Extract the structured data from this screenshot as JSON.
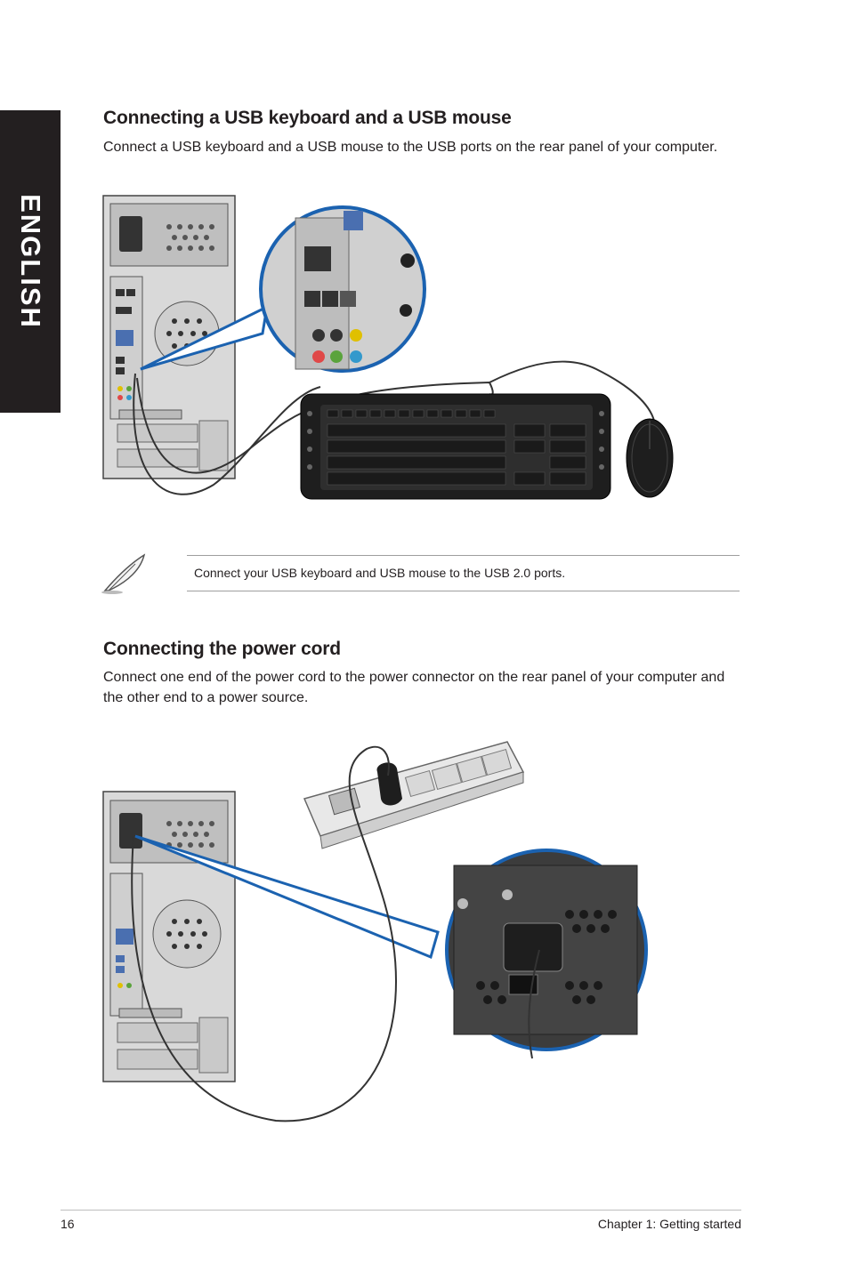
{
  "side_tab": {
    "label": "ENGLISH"
  },
  "section1": {
    "title": "Connecting a USB keyboard and a USB mouse",
    "body": "Connect a USB keyboard and a USB mouse to the USB ports on the rear panel of your computer."
  },
  "note": {
    "text": "Connect your USB keyboard and USB mouse to the USB 2.0 ports."
  },
  "section2": {
    "title": "Connecting the power cord",
    "body": "Connect one end of the power cord to the power connector on the rear panel of your computer and the other end to a power source."
  },
  "footer": {
    "page_number": "16",
    "chapter": "Chapter 1: Getting started"
  },
  "colors": {
    "callout_blue": "#1b62b0",
    "text": "#231f20",
    "tab": "#231f20"
  }
}
